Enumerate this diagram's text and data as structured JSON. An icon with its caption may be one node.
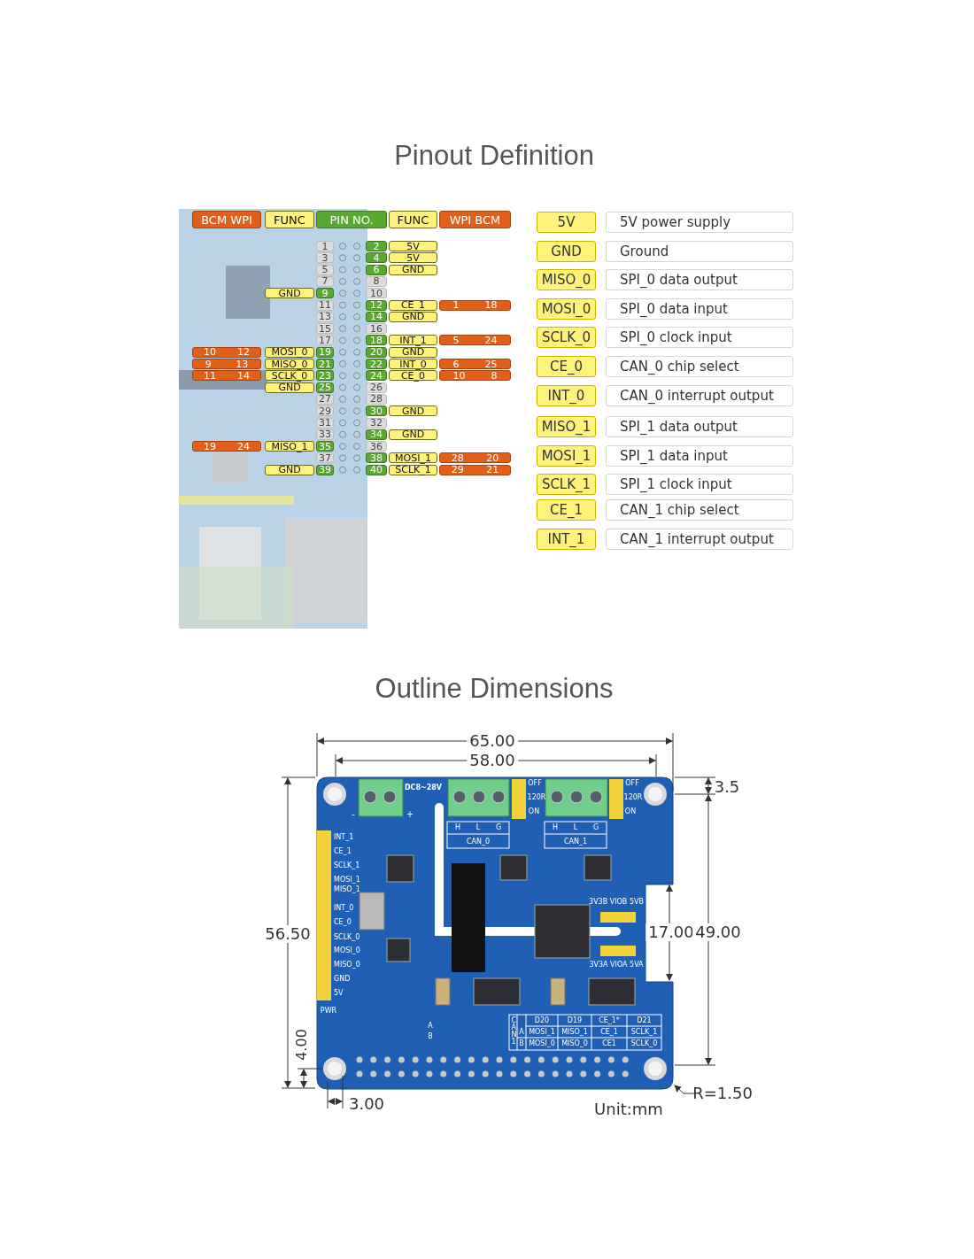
{
  "diagram": {
    "nodes": [
      {
        "text": [
          "BCM WPI"
        ]
      },
      {
        "text": [
          "FUNC"
        ]
      },
      {
        "text": [
          "PIN NO."
        ]
      },
      {
        "text": [
          "FUNC"
        ]
      },
      {
        "text": [
          "WPI BCM"
        ]
      },
      {
        "text": [
          "1"
        ]
      },
      {
        "text": [
          "2"
        ]
      },
      {
        "text": [
          "5V"
        ]
      },
      {
        "text": [
          "3"
        ]
      },
      {
        "text": [
          "4"
        ]
      },
      {
        "text": [
          "5V"
        ]
      },
      {
        "text": [
          "5"
        ]
      },
      {
        "text": [
          "6"
        ]
      },
      {
        "text": [
          "GND"
        ]
      },
      {
        "text": [
          "7"
        ]
      },
      {
        "text": [
          "8"
        ]
      },
      {
        "text": [
          "GND"
        ]
      },
      {
        "text": [
          "9"
        ]
      },
      {
        "text": [
          "10"
        ]
      },
      {
        "text": [
          "11"
        ]
      },
      {
        "text": [
          "12"
        ]
      },
      {
        "text": [
          "CE_1"
        ]
      },
      {
        "text": [
          "1",
          "18"
        ]
      },
      {
        "text": [
          "13"
        ]
      },
      {
        "text": [
          "14"
        ]
      },
      {
        "text": [
          "GND"
        ]
      },
      {
        "text": [
          "15"
        ]
      },
      {
        "text": [
          "16"
        ]
      },
      {
        "text": [
          "17"
        ]
      },
      {
        "text": [
          "18"
        ]
      },
      {
        "text": [
          "INT_1"
        ]
      },
      {
        "text": [
          "5",
          "24"
        ]
      },
      {
        "text": [
          "10",
          "12"
        ]
      },
      {
        "text": [
          "MOSI_0"
        ]
      },
      {
        "text": [
          "19"
        ]
      },
      {
        "text": [
          "20"
        ]
      },
      {
        "text": [
          "GND"
        ]
      },
      {
        "text": [
          "9",
          "13"
        ]
      },
      {
        "text": [
          "MISO_0"
        ]
      },
      {
        "text": [
          "21"
        ]
      },
      {
        "text": [
          "22"
        ]
      },
      {
        "text": [
          "INT_0"
        ]
      },
      {
        "text": [
          "6",
          "25"
        ]
      },
      {
        "text": [
          "11",
          "14"
        ]
      },
      {
        "text": [
          "SCLK_0"
        ]
      },
      {
        "text": [
          "23"
        ]
      },
      {
        "text": [
          "24"
        ]
      },
      {
        "text": [
          "CE_0"
        ]
      },
      {
        "text": [
          "10",
          "8"
        ]
      },
      {
        "text": [
          "GND"
        ]
      },
      {
        "text": [
          "25"
        ]
      },
      {
        "text": [
          "26"
        ]
      },
      {
        "text": [
          "27"
        ]
      },
      {
        "text": [
          "28"
        ]
      },
      {
        "text": [
          "29"
        ]
      },
      {
        "text": [
          "30"
        ]
      },
      {
        "text": [
          "GND"
        ]
      },
      {
        "text": [
          "31"
        ]
      },
      {
        "text": [
          "32"
        ]
      },
      {
        "text": [
          "33"
        ]
      },
      {
        "text": [
          "34"
        ]
      },
      {
        "text": [
          "GND"
        ]
      },
      {
        "text": [
          "19",
          "24"
        ]
      },
      {
        "text": [
          "MISO_1"
        ]
      },
      {
        "text": [
          "35"
        ]
      },
      {
        "text": [
          "36"
        ]
      },
      {
        "text": [
          "37"
        ]
      },
      {
        "text": [
          "38"
        ]
      },
      {
        "text": [
          "MOSI_1"
        ]
      },
      {
        "text": [
          "28",
          "20"
        ]
      },
      {
        "text": [
          "GND"
        ]
      },
      {
        "text": [
          "39"
        ]
      },
      {
        "text": [
          "40"
        ]
      },
      {
        "text": [
          "SCLK_1"
        ]
      },
      {
        "text": [
          "29",
          "21"
        ]
      },
      {
        "text": [
          "5V"
        ]
      },
      {
        "text": [
          "5V power supply"
        ]
      },
      {
        "text": [
          "GND"
        ]
      },
      {
        "text": [
          "Ground"
        ]
      },
      {
        "text": [
          "MISO_0"
        ]
      },
      {
        "text": [
          "SPI_0 data output"
        ]
      },
      {
        "text": [
          "MOSI_0"
        ]
      },
      {
        "text": [
          "SPI_0 data input"
        ]
      },
      {
        "text": [
          "SCLK_0"
        ]
      },
      {
        "text": [
          "SPI_0 clock input"
        ]
      },
      {
        "text": [
          "CE_0"
        ]
      },
      {
        "text": [
          "CAN_0 chip select"
        ]
      },
      {
        "text": [
          "INT_0"
        ]
      },
      {
        "text": [
          "CAN_0 interrupt output"
        ]
      },
      {
        "text": [
          "MISO_1"
        ]
      },
      {
        "text": [
          "SPI_1 data output"
        ]
      },
      {
        "text": [
          "MOSI_1"
        ]
      },
      {
        "text": [
          "SPI_1 data input"
        ]
      },
      {
        "text": [
          "SCLK_1"
        ]
      },
      {
        "text": [
          "SPI_1 clock input"
        ]
      },
      {
        "text": [
          "CE_1"
        ]
      },
      {
        "text": [
          "CAN_1 chip select"
        ]
      },
      {
        "text": [
          "INT_1"
        ]
      },
      {
        "text": [
          "CAN_1 interrupt output"
        ]
      }
    ],
    "labels": [
      "Pinout Definition",
      "Outline Dimensions",
      "65.00",
      "58.00",
      "3.5",
      "DC8~28V",
      "-",
      "+",
      "H",
      "L",
      "G",
      "CAN_0",
      "OFF",
      "120R",
      "ON",
      "H",
      "L",
      "G",
      "CAN_1",
      "OFF",
      "120R",
      "ON",
      "INT_1",
      "CE_1",
      "SCLK_1",
      "MOSI_1",
      "MISO_1",
      "INT_0",
      "CE_0",
      "SCLK_0",
      "MOSI_0",
      "MISO_0",
      "GND",
      "5V",
      "56.50",
      "3V3B VIOB 5VB",
      "17.00",
      "49.00",
      "3V3A VIOA 5VA",
      "PWR",
      "4.00",
      "A",
      "B",
      "CAN1",
      "A",
      "B",
      "D20",
      "D19",
      "CE_1*",
      "D21",
      "MOSI_1",
      "MISO_1",
      "CE_1",
      "SCLK_1",
      "MOSI_0",
      "MISO_0",
      "CE1",
      "SCLK_0",
      "3.00",
      "R=1.50",
      "Unit:mm"
    ]
  }
}
